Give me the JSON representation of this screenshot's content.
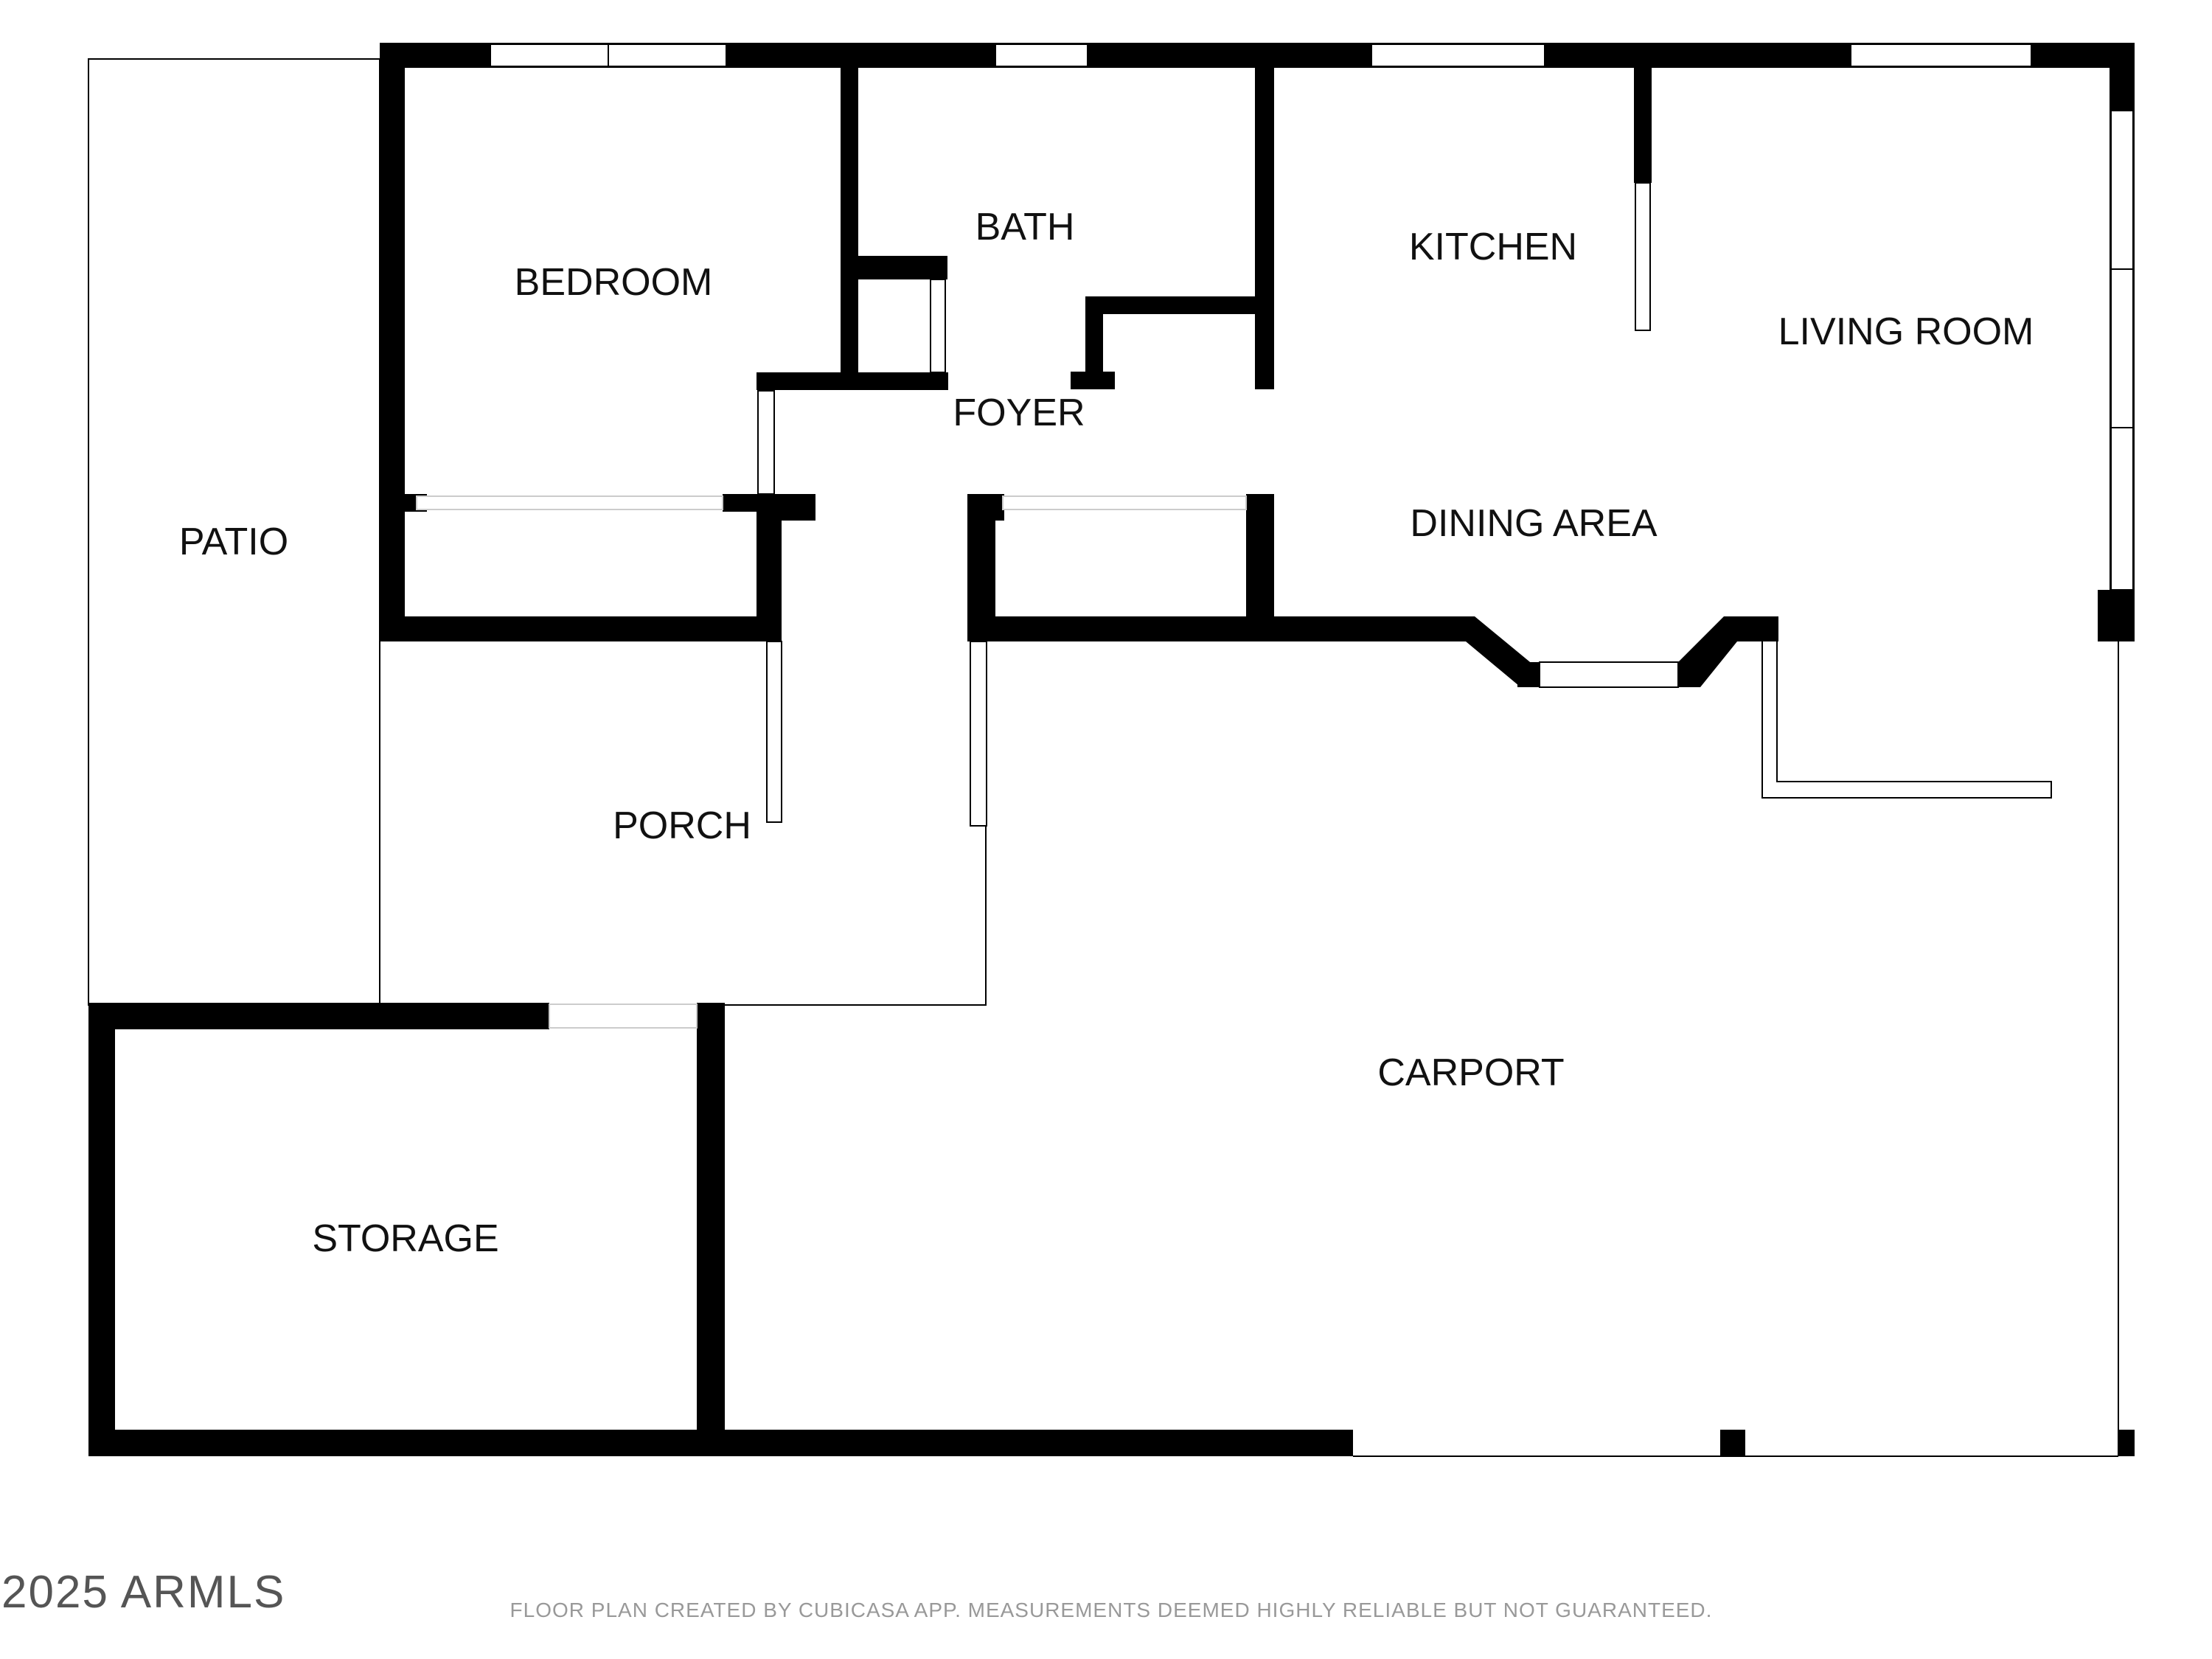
{
  "rooms": {
    "bedroom": "BEDROOM",
    "bath": "BATH",
    "kitchen": "KITCHEN",
    "living_room": "LIVING ROOM",
    "foyer": "FOYER",
    "dining_area": "DINING AREA",
    "patio": "PATIO",
    "porch": "PORCH",
    "carport": "CARPORT",
    "storage": "STORAGE"
  },
  "footer": {
    "copyright": "2025 ARMLS",
    "disclaimer": "FLOOR PLAN CREATED BY CUBICASA APP. MEASUREMENTS DEEMED HIGHLY RELIABLE BUT NOT GUARANTEED."
  },
  "colors": {
    "wall": "#000000",
    "window_fill": "#ffffff",
    "background": "#ffffff"
  }
}
